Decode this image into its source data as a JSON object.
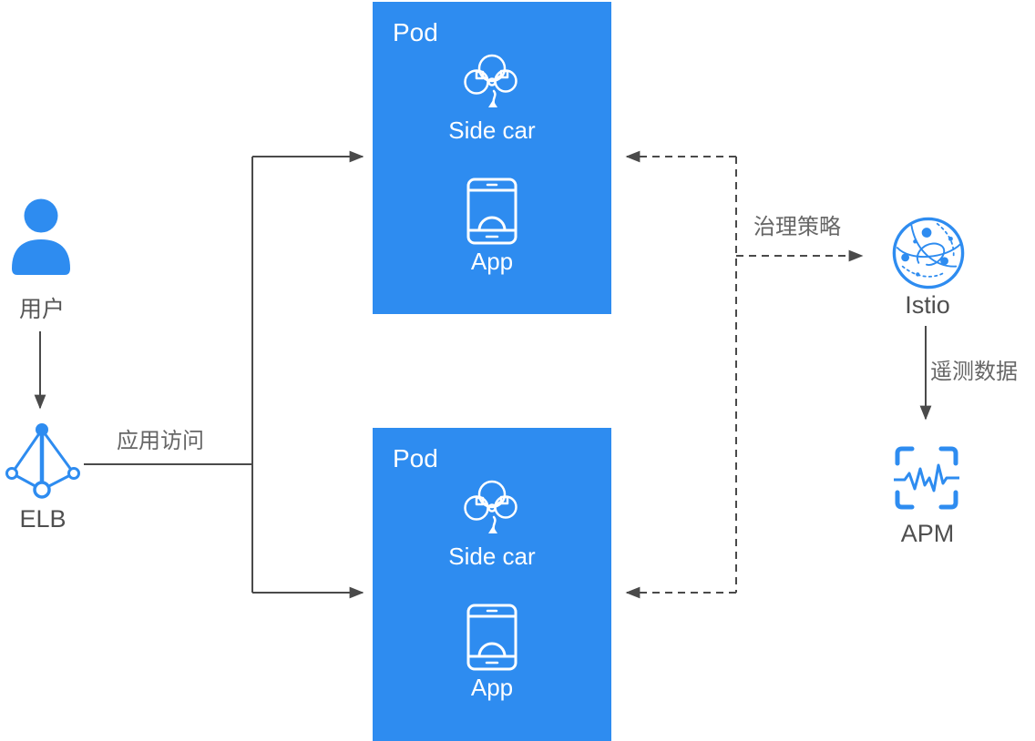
{
  "colors": {
    "accent": "#2E8CF0",
    "line": "#4A4A4A",
    "label": "#4F4F4F",
    "cn-label": "#666666",
    "white": "#FFFFFF"
  },
  "nodes": {
    "user": {
      "label": "用户"
    },
    "elb": {
      "label": "ELB"
    },
    "pod_top": {
      "title": "Pod",
      "sidecar": "Side car",
      "app": "App"
    },
    "pod_bottom": {
      "title": "Pod",
      "sidecar": "Side car",
      "app": "App"
    },
    "istio": {
      "label": "Istio"
    },
    "apm": {
      "label": "APM"
    }
  },
  "edges": {
    "app_access": {
      "label": "应用访问"
    },
    "governance_policy": {
      "label": "治理策略"
    },
    "telemetry_data": {
      "label": "遥测数据"
    }
  },
  "icons": {
    "user": "person-silhouette",
    "elb": "load-balancer-pyramid",
    "sidecar": "cloud-network",
    "app": "mobile-device",
    "istio": "globe-mesh",
    "apm": "pulse-frame"
  }
}
